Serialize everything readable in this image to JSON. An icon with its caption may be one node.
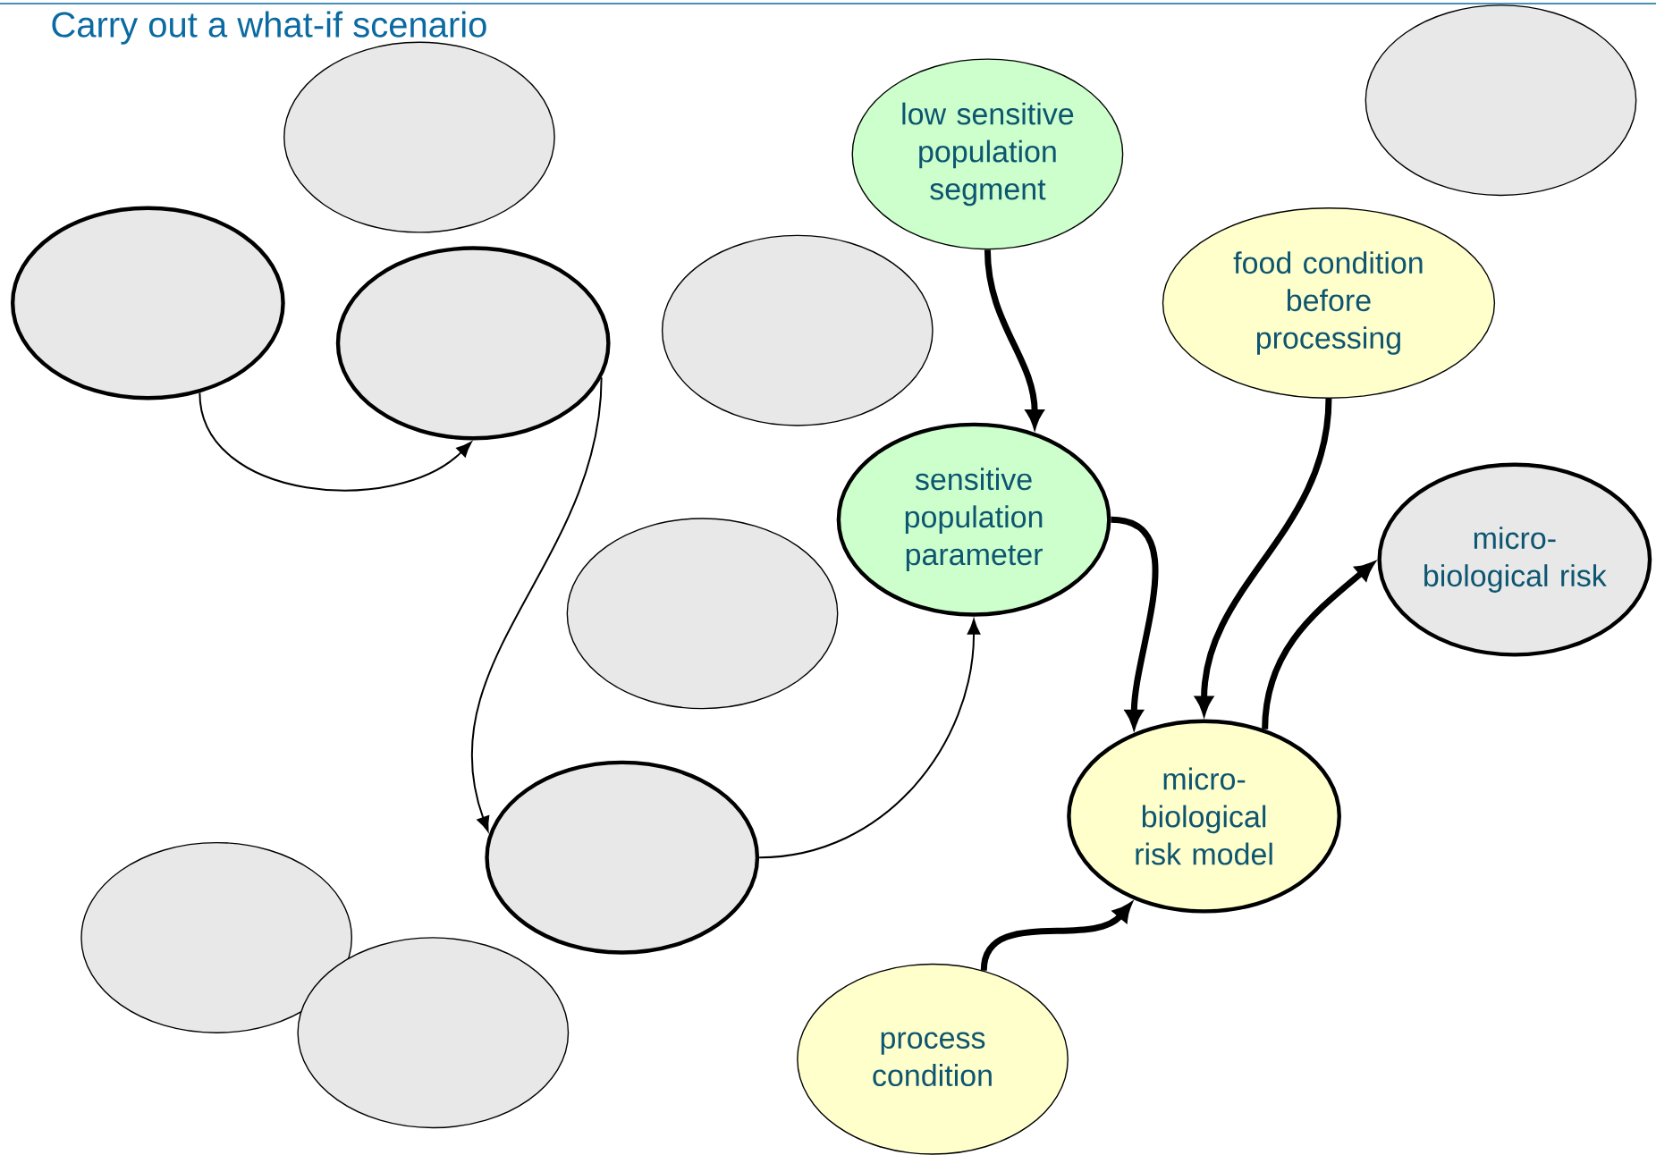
{
  "diagram": {
    "title": "Carry out a what-if scenario",
    "nodes": [
      {
        "text": [],
        "shape": "ellipse"
      },
      {
        "text": [],
        "shape": "ellipse"
      },
      {
        "text": [],
        "shape": "ellipse"
      },
      {
        "text": [],
        "shape": "ellipse"
      },
      {
        "text": [
          "low sensitive population segment"
        ]
      },
      {
        "text": [],
        "shape": "ellipse"
      },
      {
        "text": [
          "food condition before processing"
        ]
      },
      {
        "text": [
          "sensitive population parameter"
        ]
      },
      {
        "text": [],
        "shape": "ellipse"
      },
      {
        "text": [
          "micro- biological risk"
        ]
      },
      {
        "text": [
          "micro- biological risk model"
        ]
      },
      {
        "text": [],
        "shape": "ellipse"
      },
      {
        "text": [],
        "shape": "ellipse"
      },
      {
        "text": [],
        "shape": "ellipse"
      },
      {
        "text": [
          "process condition"
        ]
      }
    ],
    "edges": [
      {
        "from": 1,
        "to": 2,
        "arrow": "to"
      },
      {
        "from": 2,
        "to": 11,
        "arrow": "to"
      },
      {
        "from": 11,
        "to": 7,
        "arrow": "to"
      },
      {
        "from": 4,
        "to": 7,
        "arrow": "to"
      },
      {
        "from": 7,
        "to": 10,
        "arrow": "to"
      },
      {
        "from": 6,
        "to": 10,
        "arrow": "to"
      },
      {
        "from": 10,
        "to": 9,
        "arrow": "to"
      },
      {
        "from": 14,
        "to": 10,
        "arrow": "to"
      }
    ]
  }
}
